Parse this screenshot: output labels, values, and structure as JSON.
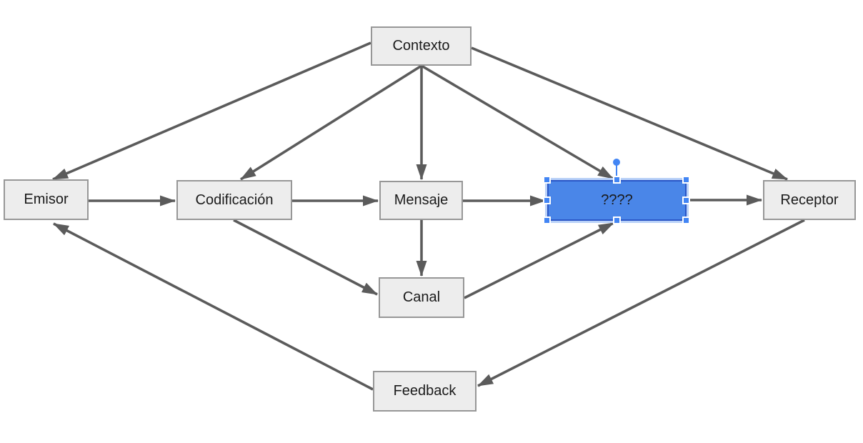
{
  "diagram": {
    "title": "Communication model diagram",
    "nodes": [
      {
        "id": "contexto",
        "label": "Contexto",
        "selected": false
      },
      {
        "id": "emisor",
        "label": "Emisor",
        "selected": false
      },
      {
        "id": "codificacion",
        "label": "Codificación",
        "selected": false
      },
      {
        "id": "mensaje",
        "label": "Mensaje",
        "selected": false
      },
      {
        "id": "unknown",
        "label": "????",
        "selected": true
      },
      {
        "id": "receptor",
        "label": "Receptor",
        "selected": false
      },
      {
        "id": "canal",
        "label": "Canal",
        "selected": false
      },
      {
        "id": "feedback",
        "label": "Feedback",
        "selected": false
      }
    ],
    "edges": [
      {
        "from": "contexto",
        "to": "emisor"
      },
      {
        "from": "contexto",
        "to": "codificacion"
      },
      {
        "from": "contexto",
        "to": "mensaje"
      },
      {
        "from": "contexto",
        "to": "unknown"
      },
      {
        "from": "contexto",
        "to": "receptor"
      },
      {
        "from": "emisor",
        "to": "codificacion"
      },
      {
        "from": "codificacion",
        "to": "mensaje"
      },
      {
        "from": "mensaje",
        "to": "unknown"
      },
      {
        "from": "unknown",
        "to": "receptor"
      },
      {
        "from": "codificacion",
        "to": "canal"
      },
      {
        "from": "mensaje",
        "to": "canal"
      },
      {
        "from": "canal",
        "to": "unknown"
      },
      {
        "from": "receptor",
        "to": "feedback"
      },
      {
        "from": "feedback",
        "to": "emisor"
      }
    ],
    "selection": {
      "selected_node": "unknown",
      "handle_count": 8,
      "has_rotation_handle": true
    },
    "colors": {
      "node_fill": "#ededed",
      "node_border": "#979797",
      "node_text": "#1a1a1a",
      "selected_fill": "#4a86e8",
      "selected_border": "#2a56c6",
      "selection_halo": "#b9d1f8",
      "arrow": "#5b5b5b",
      "handle_fill": "#4285f4",
      "handle_border": "#ffffff",
      "canvas_bg": "#ffffff"
    }
  }
}
